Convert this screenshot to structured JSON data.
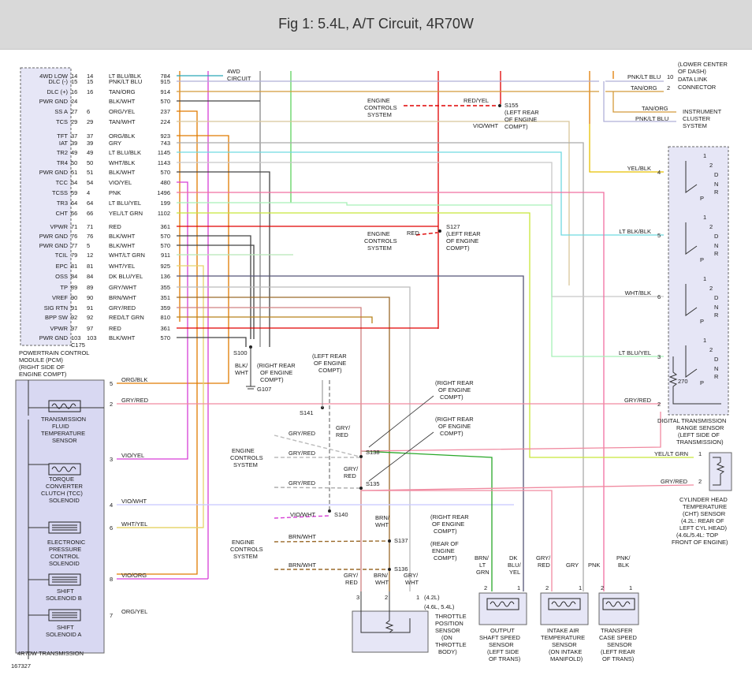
{
  "title": "Fig 1: 5.4L, A/T Circuit, 4R70W",
  "figure_number": "167327",
  "pcm": {
    "connector": "C175",
    "label_lines": [
      "POWERTRAIN CONTROL",
      "MODULE (PCM)",
      "(RIGHT SIDE OF",
      "ENGINE COMPT)"
    ],
    "pins": [
      {
        "name": "4WD LOW",
        "a": "14",
        "b": "14",
        "color": "LT BLU/BLK",
        "circuit": "784"
      },
      {
        "name": "DLC (-)",
        "a": "15",
        "b": "15",
        "color": "PNK/LT BLU",
        "circuit": "915"
      },
      {
        "name": "DLC (+)",
        "a": "16",
        "b": "16",
        "color": "TAN/ORG",
        "circuit": "914"
      },
      {
        "name": "PWR GND",
        "a": "24",
        "b": "",
        "color": "BLK/WHT",
        "circuit": "570"
      },
      {
        "name": "SS A",
        "a": "27",
        "b": "6",
        "color": "ORG/YEL",
        "circuit": "237"
      },
      {
        "name": "TCS",
        "a": "29",
        "b": "29",
        "color": "TAN/WHT",
        "circuit": "224"
      },
      {
        "name": "TFT",
        "a": "37",
        "b": "37",
        "color": "ORG/BLK",
        "circuit": "923"
      },
      {
        "name": "IAT",
        "a": "39",
        "b": "39",
        "color": "GRY",
        "circuit": "743"
      },
      {
        "name": "TR2",
        "a": "49",
        "b": "49",
        "color": "LT BLU/BLK",
        "circuit": "1145"
      },
      {
        "name": "TR4",
        "a": "50",
        "b": "50",
        "color": "WHT/BLK",
        "circuit": "1143"
      },
      {
        "name": "PWR GND",
        "a": "51",
        "b": "51",
        "color": "BLK/WHT",
        "circuit": "570"
      },
      {
        "name": "TCC",
        "a": "54",
        "b": "54",
        "color": "VIO/YEL",
        "circuit": "480"
      },
      {
        "name": "TCSS",
        "a": "59",
        "b": "4",
        "color": "PNK",
        "circuit": "1496"
      },
      {
        "name": "TR3",
        "a": "64",
        "b": "64",
        "color": "LT BLU/YEL",
        "circuit": "199"
      },
      {
        "name": "CHT",
        "a": "66",
        "b": "66",
        "color": "YEL/LT GRN",
        "circuit": "1102"
      },
      {
        "name": "VPWR",
        "a": "71",
        "b": "71",
        "color": "RED",
        "circuit": "361"
      },
      {
        "name": "PWR GND",
        "a": "76",
        "b": "76",
        "color": "BLK/WHT",
        "circuit": "570"
      },
      {
        "name": "PWR GND",
        "a": "77",
        "b": "5",
        "color": "BLK/WHT",
        "circuit": "570"
      },
      {
        "name": "TCIL",
        "a": "79",
        "b": "12",
        "color": "WHT/LT GRN",
        "circuit": "911"
      },
      {
        "name": "EPC",
        "a": "81",
        "b": "81",
        "color": "WHT/YEL",
        "circuit": "925"
      },
      {
        "name": "OSS",
        "a": "84",
        "b": "84",
        "color": "DK BLU/YEL",
        "circuit": "136"
      },
      {
        "name": "TP",
        "a": "89",
        "b": "89",
        "color": "GRY/WHT",
        "circuit": "355"
      },
      {
        "name": "VREF",
        "a": "90",
        "b": "90",
        "color": "BRN/WHT",
        "circuit": "351"
      },
      {
        "name": "SIG RTN",
        "a": "91",
        "b": "91",
        "color": "GRY/RED",
        "circuit": "359"
      },
      {
        "name": "BPP SW",
        "a": "92",
        "b": "92",
        "color": "RED/LT GRN",
        "circuit": "810"
      },
      {
        "name": "VPWR",
        "a": "97",
        "b": "97",
        "color": "RED",
        "circuit": "361"
      },
      {
        "name": "PWR GND",
        "a": "103",
        "b": "103",
        "color": "BLK/WHT",
        "circuit": "570"
      }
    ]
  },
  "trans": {
    "label": "4R70W TRANSMISSION",
    "components": [
      {
        "lines": [
          "TRANSMISSION",
          "FLUID",
          "TEMPERATURE",
          "SENSOR"
        ]
      },
      {
        "lines": [
          "TORQUE",
          "CONVERTER",
          "CLUTCH (TCC)",
          "SOLENOID"
        ]
      },
      {
        "lines": [
          "ELECTRONIC",
          "PRESSURE",
          "CONTROL",
          "SOLENOID"
        ]
      },
      {
        "lines": [
          "SHIFT",
          "SOLENOID B"
        ]
      },
      {
        "lines": [
          "SHIFT",
          "SOLENOID A"
        ]
      }
    ],
    "pins": [
      {
        "pin": "5",
        "color": "ORG/BLK"
      },
      {
        "pin": "2",
        "color": "GRY/RED"
      },
      {
        "pin": "3",
        "color": "VIO/YEL"
      },
      {
        "pin": "4",
        "color": "VIO/WHT"
      },
      {
        "pin": "6",
        "color": "WHT/YEL"
      },
      {
        "pin": "8",
        "color": "VIO/ORG"
      },
      {
        "pin": "7",
        "color": "ORG/YEL"
      }
    ]
  },
  "top_right": {
    "dlc": [
      "(LOWER CENTER",
      "OF DASH)",
      "DATA LINK",
      "CONNECTOR"
    ],
    "dlc_wires": [
      {
        "color": "PNK/LT BLU",
        "pin": "10"
      },
      {
        "color": "TAN/ORG",
        "pin": "2"
      }
    ],
    "cluster": [
      "INSTRUMENT",
      "CLUSTER",
      "SYSTEM"
    ],
    "cluster_wires": [
      "TAN/ORG",
      "PNK/LT BLU"
    ],
    "fourwd": [
      "4WD",
      "CIRCUIT"
    ]
  },
  "splices": {
    "S155": {
      "id": "S155",
      "loc": [
        "(LEFT REAR",
        "OF ENGINE",
        "COMPT)"
      ],
      "wire": "RED/YEL",
      "down": "VIO/WHT",
      "dest": [
        "ENGINE",
        "CONTROLS",
        "SYSTEM"
      ]
    },
    "S127": {
      "id": "S127",
      "loc": [
        "(LEFT REAR",
        "OF ENGINE",
        "COMPT)"
      ],
      "wire": "RED",
      "dest": [
        "ENGINE",
        "CONTROLS",
        "SYSTEM"
      ]
    },
    "S100": {
      "id": "S100",
      "loc": [
        "(RIGHT REAR",
        "OF ENGINE",
        "COMPT)"
      ],
      "wire": [
        "BLK/",
        "WHT"
      ],
      "ground": "G107"
    },
    "S141": {
      "id": "S141",
      "loc": [
        "(LEFT REAR",
        "OF ENGINE",
        "COMPT)"
      ]
    },
    "S138": {
      "id": "S138",
      "loc": [
        "(RIGHT REAR",
        "OF ENGINE",
        "COMPT)"
      ]
    },
    "S135": {
      "id": "S135",
      "loc": [
        "(RIGHT REAR",
        "OF ENGINE",
        "COMPT)"
      ]
    },
    "S140": {
      "id": "S140"
    },
    "S137": {
      "id": "S137",
      "loc": [
        "(RIGHT REAR",
        "OF ENGINE",
        "COMPT)"
      ]
    },
    "S136": {
      "id": "S136",
      "loc": [
        "(REAR OF",
        "ENGINE",
        "COMPT)"
      ]
    }
  },
  "ecs_mid": {
    "dest": [
      "ENGINE",
      "CONTROLS",
      "SYSTEM"
    ],
    "wire1": "GRY/RED",
    "wire2": "GRY/RED",
    "wire3": "GRY/RED",
    "gryred_a": [
      "GRY/",
      "RED"
    ],
    "gryred_b": [
      "GRY/",
      "RED"
    ]
  },
  "ecs_low": {
    "dest": [
      "ENGINE",
      "CONTROLS",
      "SYSTEM"
    ],
    "wire1": "VIO/WHT",
    "wire2": "BRN/WHT",
    "wire3": "BRN/WHT",
    "brnwht": [
      "BRN/",
      "WHT"
    ]
  },
  "tr_sensor": {
    "lines": [
      "DIGITAL TRANSMISSION",
      "RANGE SENSOR",
      "(LEFT SIDE OF",
      "TRANSMISSION)"
    ],
    "wires": [
      {
        "color": "YEL/BLK",
        "pin": "4"
      },
      {
        "color": "LT BLK/BLK",
        "pin": "5"
      },
      {
        "color": "WHT/BLK",
        "pin": "6"
      },
      {
        "color": "LT BLU/YEL",
        "pin": "3"
      },
      {
        "color": "GRY/RED",
        "pin": "2"
      }
    ],
    "resistor": "270",
    "gears": [
      "1",
      "2",
      "D",
      "N",
      "R",
      "P"
    ]
  },
  "cht": {
    "lines": [
      "CYLINDER HEAD",
      "TEMPERATURE",
      "(CHT) SENSOR",
      "(4.2L: REAR OF",
      "LEFT CYL HEAD)",
      "(4.6L/5.4L: TOP",
      "FRONT OF ENGINE)"
    ],
    "wires": [
      {
        "color": "YEL/LT GRN",
        "pin": "1"
      },
      {
        "color": "GRY/RED",
        "pin": "2"
      }
    ]
  },
  "tp": {
    "lines": [
      "THROTTLE",
      "POSITION",
      "SENSOR",
      "(ON",
      "THROTTLE",
      "BODY)"
    ],
    "pins": [
      "3",
      "2",
      "1"
    ],
    "wires": [
      [
        "GRY/",
        "RED"
      ],
      [
        "BRN/",
        "WHT"
      ],
      [
        "GRY/",
        "WHT"
      ]
    ],
    "notes": [
      "(4.2L)",
      "(4.6L, 5.4L)"
    ]
  },
  "oss": {
    "lines": [
      "OUTPUT",
      "SHAFT SPEED",
      "SENSOR",
      "(LEFT SIDE",
      "OF TRANS)"
    ],
    "wires": [
      [
        "BRN/",
        "LT",
        "GRN"
      ],
      [
        "DK",
        "BLU/",
        "YEL"
      ]
    ],
    "pins": [
      "2",
      "1"
    ]
  },
  "iat": {
    "lines": [
      "INTAKE AIR",
      "TEMPERATURE",
      "SENSOR",
      "(ON INTAKE",
      "MANIFOLD)"
    ],
    "wires": [
      [
        "GRY/",
        "RED"
      ],
      [
        "GRY"
      ]
    ],
    "pins": [
      "2",
      "1"
    ]
  },
  "tcss": {
    "lines": [
      "TRANSFER",
      "CASE SPEED",
      "SENSOR",
      "(LEFT REAR",
      "OF TRANS)"
    ],
    "wires": [
      [
        "PNK"
      ],
      [
        "PNK/",
        "BLK"
      ]
    ],
    "pins": [
      "2",
      "1"
    ]
  }
}
